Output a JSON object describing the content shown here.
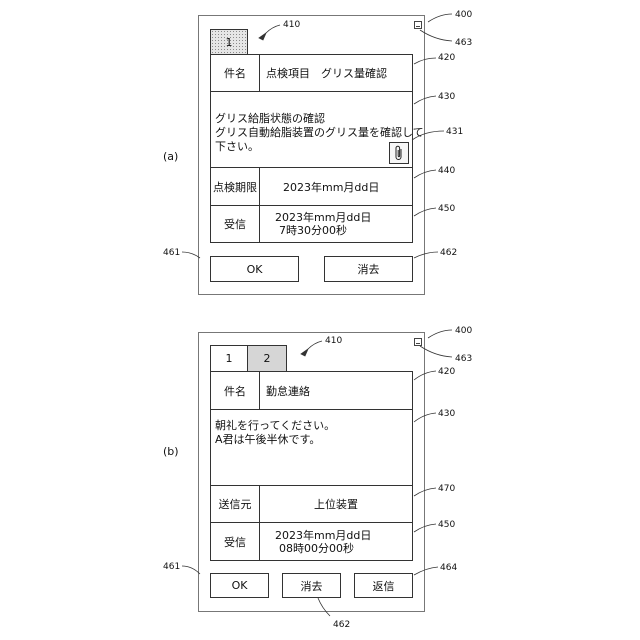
{
  "panel_a": {
    "label": "(a)",
    "tabs": [
      {
        "label": "1"
      }
    ],
    "subject": {
      "label": "件名",
      "value": "点検項目　グリス量確認"
    },
    "body": {
      "line1": "グリス給脂状態の確認",
      "line2": "グリス自動給脂装置のグリス量を確認して",
      "line3": "下さい。"
    },
    "deadline": {
      "label": "点検期限",
      "value": "2023年mm月dd日"
    },
    "received": {
      "label": "受信",
      "value_line1": "2023年mm月dd日",
      "value_line2": "7時30分00秒"
    },
    "buttons": {
      "ok": "OK",
      "delete": "消去"
    },
    "refs": {
      "r400": "400",
      "r410": "410",
      "r420": "420",
      "r430": "430",
      "r431": "431",
      "r440": "440",
      "r450": "450",
      "r461": "461",
      "r462": "462",
      "r463": "463"
    }
  },
  "panel_b": {
    "label": "(b)",
    "tabs": [
      {
        "label": "1"
      },
      {
        "label": "2"
      }
    ],
    "subject": {
      "label": "件名",
      "value": "勤怠連絡"
    },
    "body": {
      "line1": "朝礼を行ってください。",
      "line2": "A君は午後半休です。"
    },
    "sender": {
      "label": "送信元",
      "value": "上位装置"
    },
    "received": {
      "label": "受信",
      "value_line1": "2023年mm月dd日",
      "value_line2": "08時00分00秒"
    },
    "buttons": {
      "ok": "OK",
      "delete": "消去",
      "reply": "返信"
    },
    "refs": {
      "r400": "400",
      "r410": "410",
      "r420": "420",
      "r430": "430",
      "r470": "470",
      "r450": "450",
      "r461": "461",
      "r462": "462",
      "r463": "463",
      "r464": "464"
    }
  },
  "icons": {
    "minimize": "minimize-icon",
    "attachment": "paperclip-icon"
  }
}
